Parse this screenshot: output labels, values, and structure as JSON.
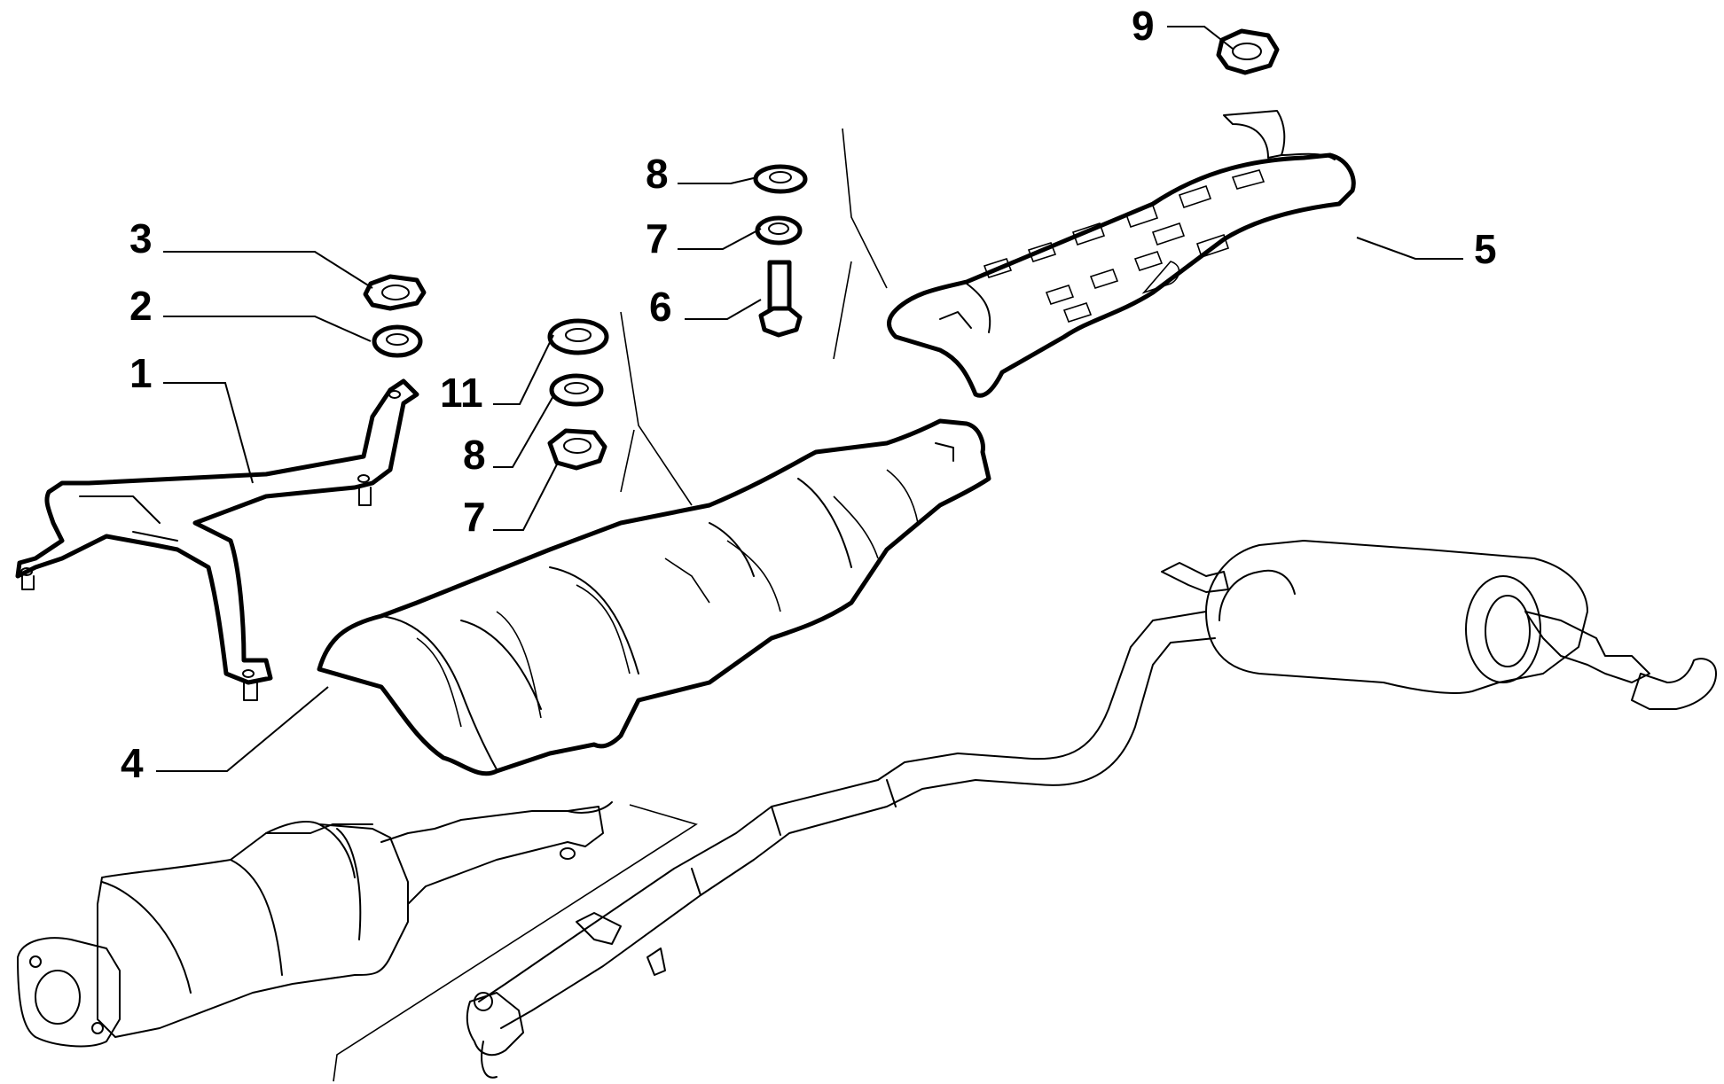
{
  "callouts": [
    {
      "id": "c9",
      "text": "9"
    },
    {
      "id": "c8a",
      "text": "8"
    },
    {
      "id": "c7a",
      "text": "7"
    },
    {
      "id": "c6",
      "text": "6"
    },
    {
      "id": "c5",
      "text": "5"
    },
    {
      "id": "c3",
      "text": "3"
    },
    {
      "id": "c2",
      "text": "2"
    },
    {
      "id": "c1",
      "text": "1"
    },
    {
      "id": "c11",
      "text": "11"
    },
    {
      "id": "c8b",
      "text": "8"
    },
    {
      "id": "c7b",
      "text": "7"
    },
    {
      "id": "c4",
      "text": "4"
    }
  ]
}
